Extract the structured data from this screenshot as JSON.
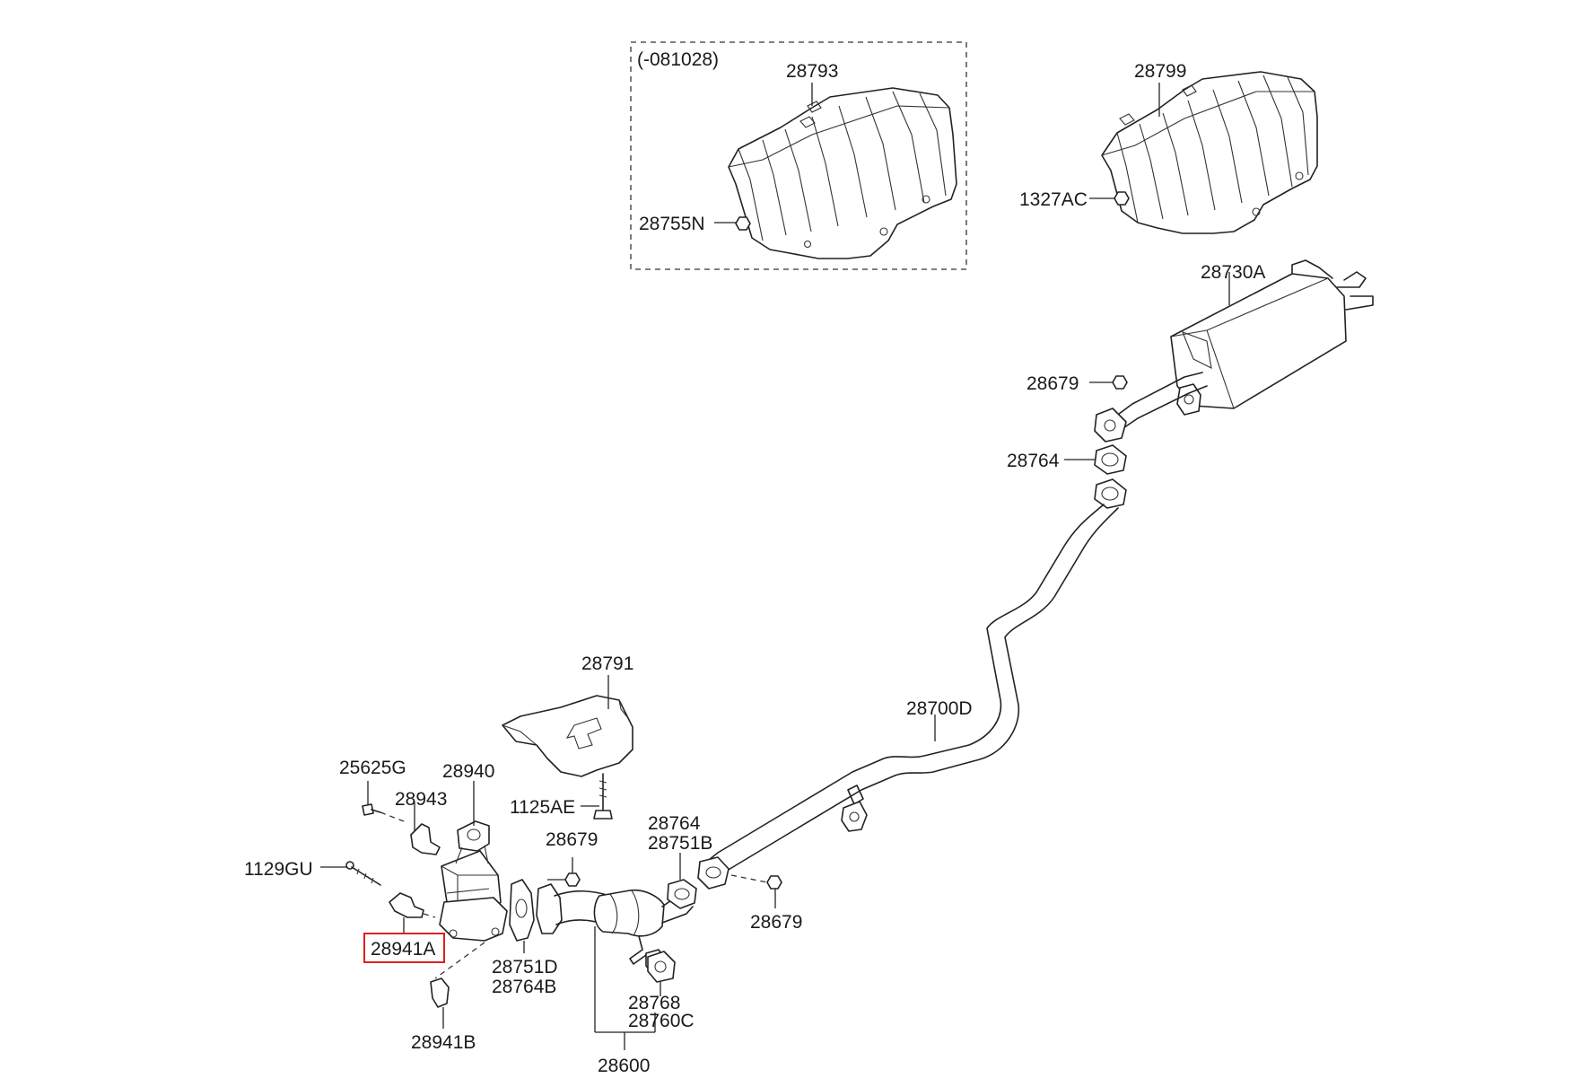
{
  "diagram": {
    "highlighted_part": "28941A",
    "group_note": "(-081028)",
    "labels": {
      "l28793": "28793",
      "l28755N": "28755N",
      "l28799": "28799",
      "l1327AC": "1327AC",
      "l28730A": "28730A",
      "l28679_top": "28679",
      "l28764_top": "28764",
      "l28700D": "28700D",
      "l28791": "28791",
      "l1125AE": "1125AE",
      "l25625G": "25625G",
      "l28940": "28940",
      "l28943": "28943",
      "l1129GU": "1129GU",
      "l28941A": "28941A",
      "l28941B": "28941B",
      "l28679_mid": "28679",
      "l28751D": "28751D",
      "l28764B": "28764B",
      "l28764_mid": "28764",
      "l28751B": "28751B",
      "l28679_right": "28679",
      "l28768": "28768",
      "l28760C": "28760C",
      "l28600": "28600"
    },
    "colors": {
      "line": "#222222",
      "highlight": "#e02020",
      "background": "#ffffff"
    }
  }
}
